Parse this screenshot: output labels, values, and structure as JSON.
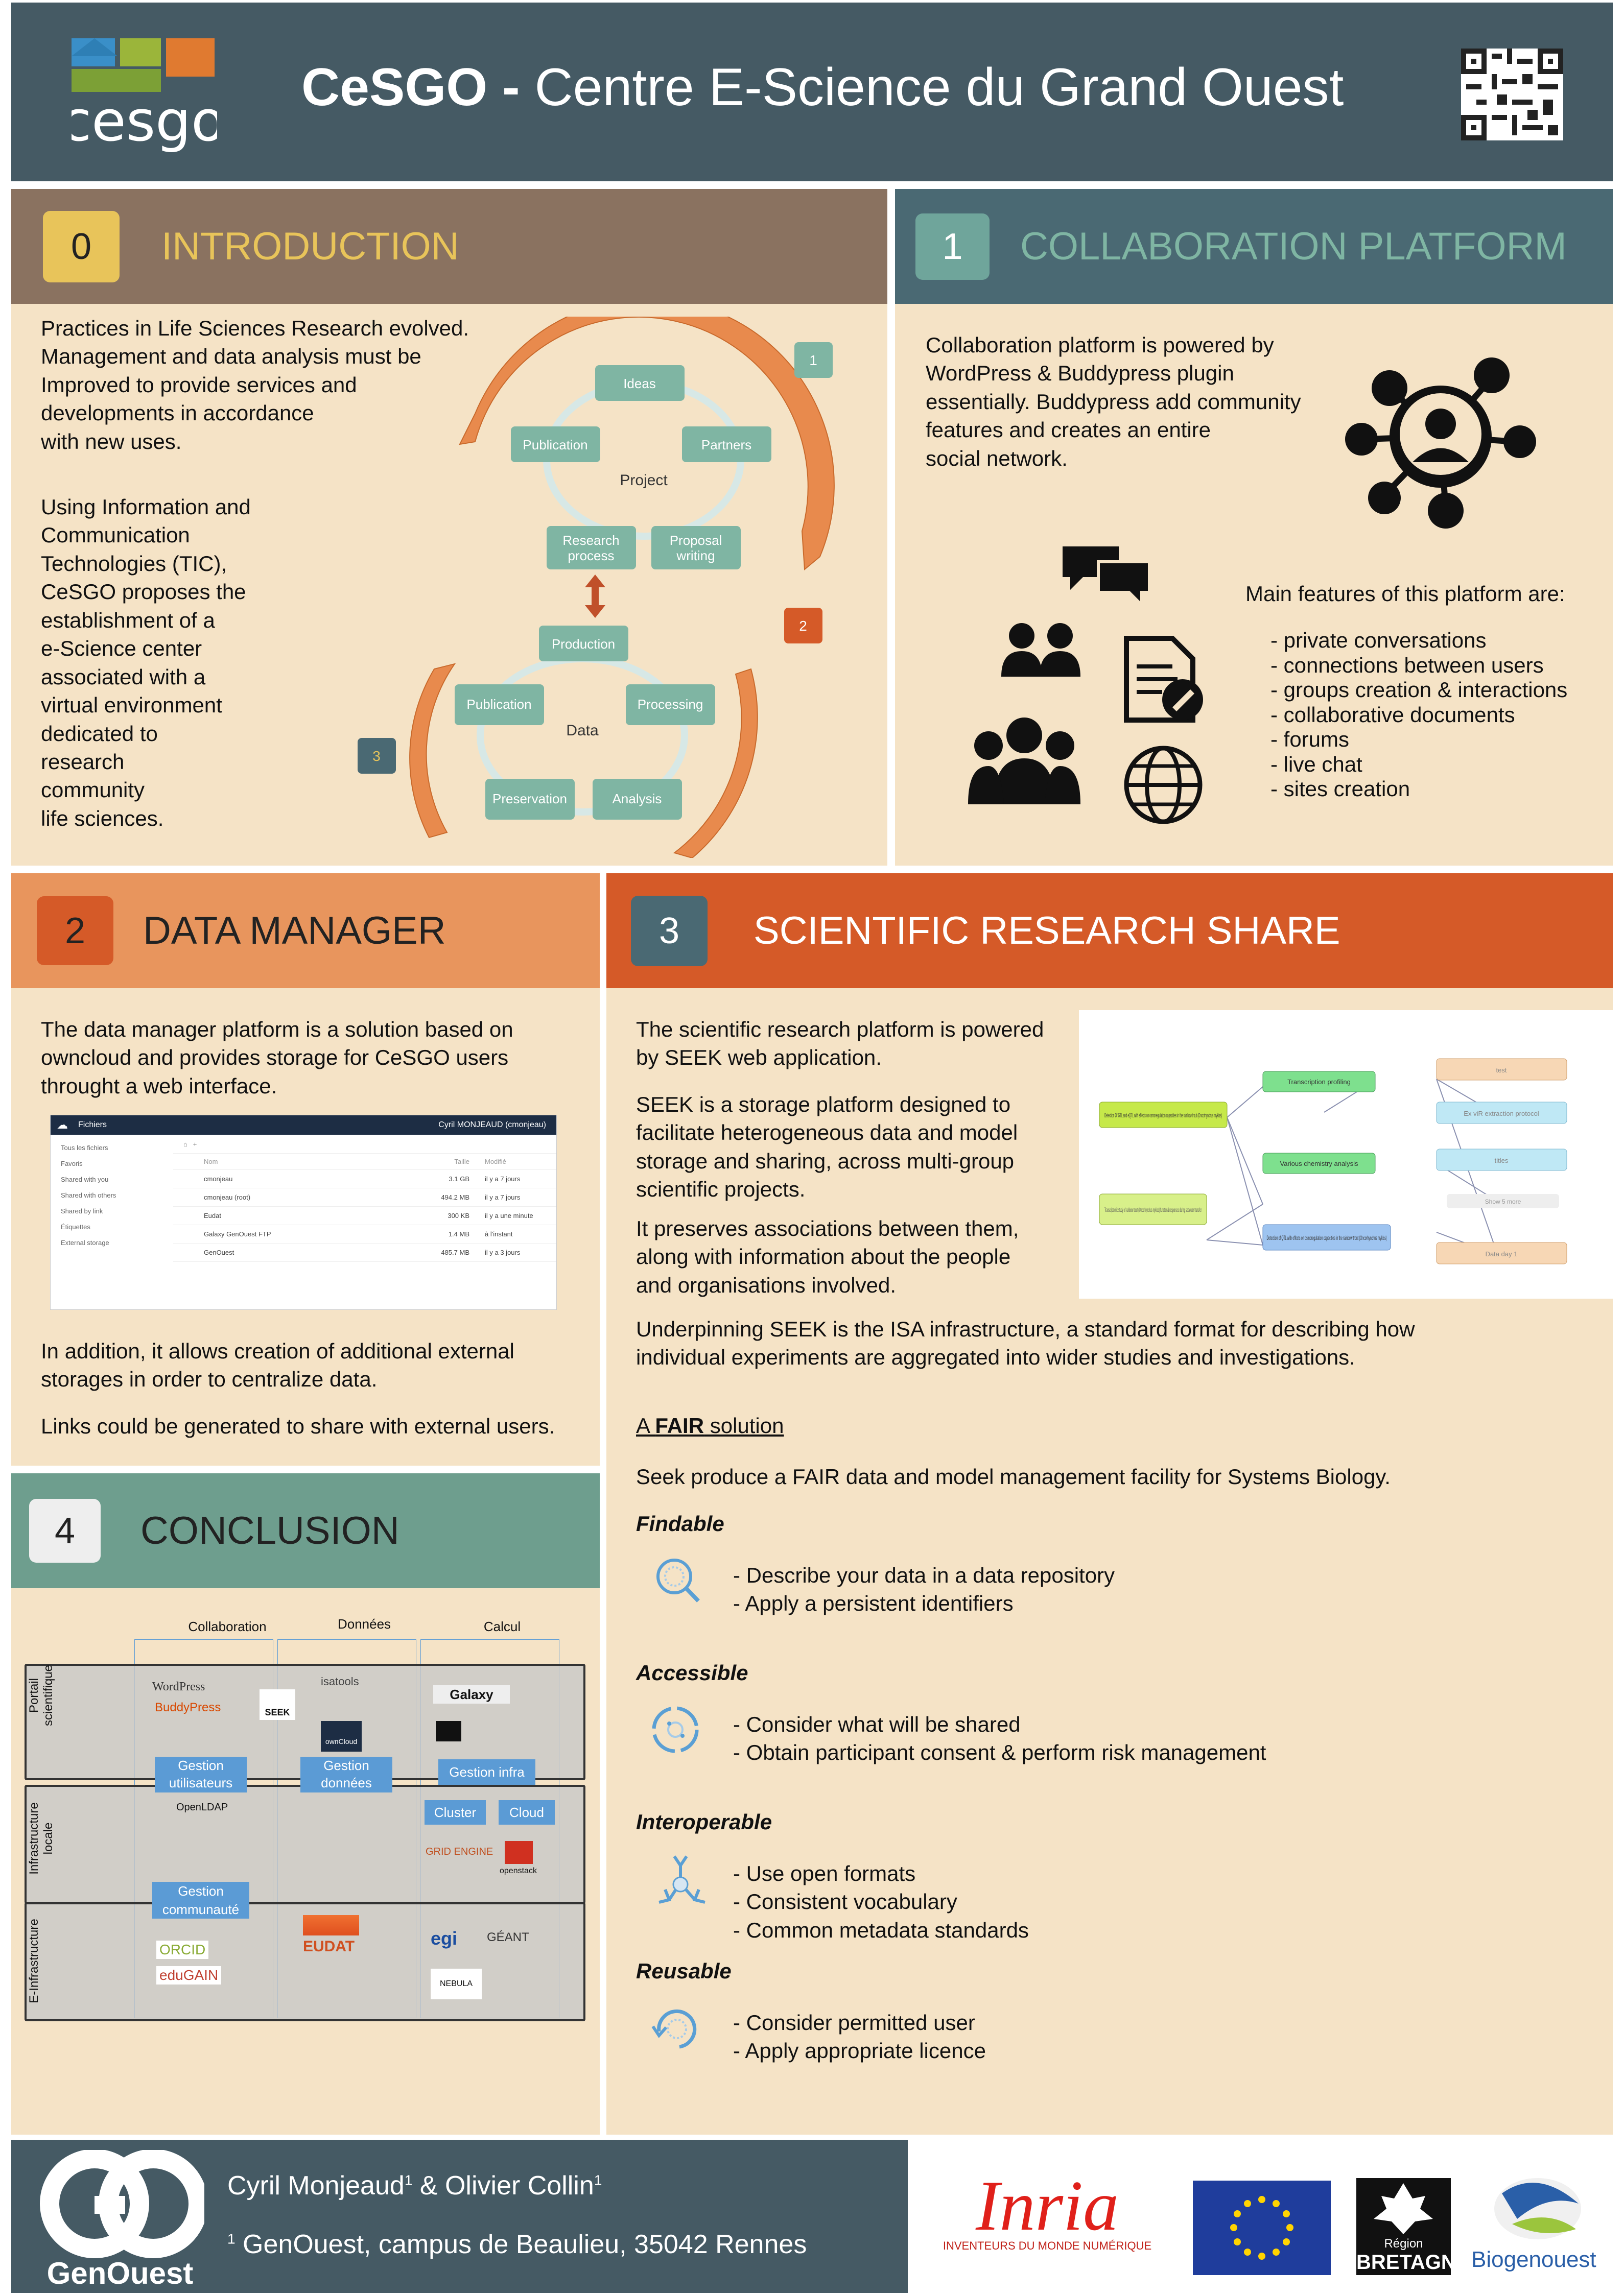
{
  "header": {
    "title_bold": "CeSGO -",
    "title_rest": " Centre E-Science du Grand Ouest",
    "logo_text": "cesgo"
  },
  "intro": {
    "num": "0",
    "title": "INTRODUCTION",
    "p1": "Practices in Life Sciences Research evolved.\nManagement and data analysis must be\nImproved to provide services and\ndevelopments in accordance\nwith new uses.",
    "p2": "Using Information and\nCommunication\nTechnologies (TIC),\nCeSGO proposes the\nestablishment of a\ne-Science center\nassociated with a\nvirtual environment\ndedicated to\nresearch\ncommunity\nlife sciences.",
    "diagram": {
      "project": "Project",
      "data": "Data",
      "ideas": "Ideas",
      "publication": "Publication",
      "partners": "Partners",
      "research": "Research",
      "process": "process",
      "proposal": "Proposal",
      "writing": "writing",
      "production": "Production",
      "processing": "Processing",
      "publication2": "Publication",
      "preservation": "Preservation",
      "analysis": "Analysis",
      "b1": "1",
      "b2": "2",
      "b3": "3"
    }
  },
  "collab": {
    "num": "1",
    "title": "COLLABORATION PLATFORM",
    "p1": "Collaboration platform is powered by\nWordPress & Buddypress plugin\nessentially. Buddypress add community\nfeatures and creates an entire\nsocial network.",
    "features_title": "Main features of this platform are:",
    "features": [
      "- private conversations",
      "- connections between users",
      "- groups creation & interactions",
      "- collaborative documents",
      "- forums",
      "- live chat",
      "- sites creation"
    ]
  },
  "datamgr": {
    "num": "2",
    "title": "DATA  MANAGER",
    "p1": "The data manager platform is a solution based on\nowncloud and provides storage for CeSGO users\nthrought a web interface.",
    "p2": "In addition, it allows creation of additional external\nstorages in order to centralize data.",
    "p3": "Links could be generated to share with external users.",
    "screenshot": {
      "folder": "Fichiers",
      "user": "Cyril MONJEAUD (cmonjeau)",
      "side": [
        "Tous les fichiers",
        "Favoris",
        "Shared with you",
        "Shared with others",
        "Shared by link",
        "Étiquettes",
        "External storage"
      ],
      "cols": [
        "Nom",
        "Taille",
        "Modifié"
      ],
      "rows": [
        [
          "cmonjeau",
          "3.1 GB",
          "il y a 7 jours"
        ],
        [
          "cmonjeau (root)",
          "494.2 MB",
          "il y a 7 jours"
        ],
        [
          "Eudat",
          "300 KB",
          "il y a une minute"
        ],
        [
          "Galaxy GenOuest FTP",
          "1.4 MB",
          "à l'instant"
        ],
        [
          "GenOuest",
          "485.7 MB",
          "il y a 3 jours"
        ]
      ]
    }
  },
  "seek": {
    "num": "3",
    "title": "SCIENTIFIC RESEARCH SHARE",
    "p1": "The scientific research platform is powered\nby SEEK web application.",
    "p2": "SEEK is a storage platform designed to\nfacilitate heterogeneous data and model\nstorage and sharing, across multi-group\nscientific projects.",
    "p3": "It preserves associations between them,\nalong with information about the people\nand organisations involved.",
    "p4": "Underpinning SEEK is the ISA infrastructure, a standard format for describing how\nindividual experiments are aggregated into wider studies and investigations.",
    "fair_a": "A ",
    "fair_b": "FAIR",
    "fair_c": " solution",
    "fair_intro": "Seek produce a FAIR data and model management facility for Systems Biology.",
    "findable": "Findable",
    "findable_items": "- Describe your data in a data repository\n- Apply a persistent identifiers",
    "accessible": "Accessible",
    "accessible_items": "- Consider what will be shared\n- Obtain participant consent & perform risk management",
    "interoperable": "Interoperable",
    "interoperable_items": "- Use open formats\n- Consistent vocabulary\n- Common metadata standards",
    "reusable": "Reusable",
    "reusable_items": "- Consider permitted user\n- Apply appropriate licence",
    "graph": {
      "n1": "Detection Of GTL and eQTL with effects on osmoregulation capacities in the rainbow trout (Oncorhynchus mykiss)",
      "n2": "Transcription profiling",
      "n3": "Various chemistry analysis",
      "n4": "Detection of QTL with effects on osmoregulation capacities in the rainbow trout (Oncorhynchus mykiss)",
      "n5": "Transcriptomic study of rainbow trout (Oncorhynchus mykiss) functional responses during seawater transfer",
      "r1": "test",
      "r2": "Ex viR extraction protocol",
      "r3": "titles",
      "r4": "Show 5 more",
      "r5": "Data day 1"
    }
  },
  "conclusion": {
    "num": "4",
    "title": "CONCLUSION",
    "cols": [
      "Collaboration",
      "Données",
      "Calcul"
    ],
    "rows": [
      "Portail scientifique",
      "Infrastructure locale",
      "E-Infrastructure"
    ],
    "chips": {
      "gu": "Gestion utilisateurs",
      "gd": "Gestion données",
      "gi": "Gestion infra",
      "cluster": "Cluster",
      "cloud": "Cloud",
      "gc": "Gestion communauté"
    },
    "logos": {
      "wp": "WordPress",
      "bp": "BuddyPress",
      "seek": "SEEK",
      "isa": "isatools",
      "own": "ownCloud",
      "galaxy": "Galaxy",
      "ldap": "OpenLDAP",
      "grid": "GRID ENGINE",
      "openstack": "openstack",
      "orcid": "ORCID",
      "edugain": "eduGAIN",
      "eudat": "EUDAT",
      "egi": "egi",
      "geant": "GÉANT",
      "nebula": "NEBULA"
    }
  },
  "footer": {
    "authors": "Cyril Monjeaud",
    "sup1": "1",
    "and": " & Olivier Collin",
    "sup2": "1",
    "affil_sup": "1",
    "affil": " GenOuest, campus de Beaulieu, 35042 Rennes",
    "genouest": "GenOuest",
    "inria": "Inria",
    "inria_tag": "INVENTEURS DU MONDE NUMÉRIQUE",
    "region": "Région",
    "bretagne": "BRETAGNE",
    "biogen": "Biogenouest"
  },
  "colors": {
    "header": "#455a64",
    "intro": "#8a7260",
    "yellow": "#e8c45a",
    "teal": "#4a6973",
    "orange": "#d55a28",
    "lightorange": "#e8955d",
    "green": "#6e9e8e",
    "cream": "#f5e3c6"
  }
}
